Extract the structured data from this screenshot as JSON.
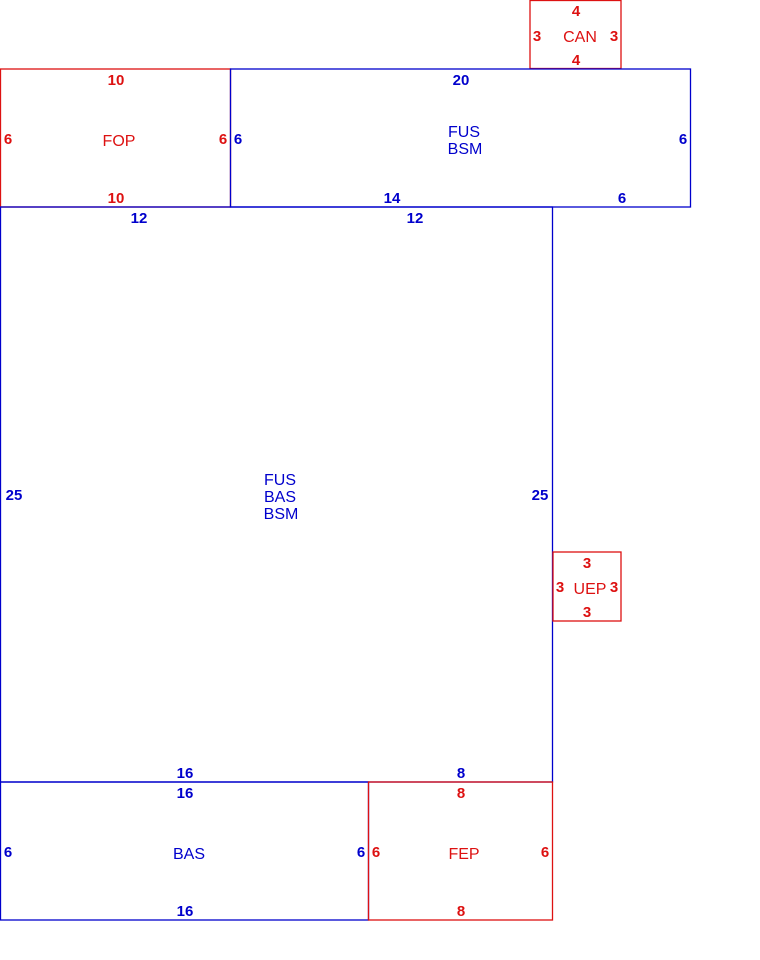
{
  "colors": {
    "blue": "#0000cc",
    "red": "#dd1111"
  },
  "rooms": [
    {
      "id": "can",
      "color": "red",
      "name_lines": [
        "CAN"
      ],
      "dims": {
        "top": "4",
        "bottom": "4",
        "left": "3",
        "right": "3"
      }
    },
    {
      "id": "fop",
      "color": "red",
      "name_lines": [
        "FOP"
      ],
      "dims": {
        "top": "10",
        "bottom": "10",
        "left": "6",
        "right": "6"
      }
    },
    {
      "id": "fus-bsm",
      "color": "blue",
      "name_lines": [
        "FUS",
        "BSM"
      ],
      "dims": {
        "top": "20",
        "bottom_left": "14",
        "bottom_right": "6",
        "left": "6",
        "right": "6"
      }
    },
    {
      "id": "fus-bas-bsm",
      "color": "blue",
      "name_lines": [
        "FUS",
        "BAS",
        "BSM"
      ],
      "dims": {
        "top_left": "12",
        "top_right": "12",
        "left": "25",
        "right": "25",
        "bottom_left": "16",
        "bottom_right": "8"
      }
    },
    {
      "id": "uep",
      "color": "red",
      "name_lines": [
        "UEP"
      ],
      "dims": {
        "top": "3",
        "bottom": "3",
        "left": "3",
        "right": "3"
      }
    },
    {
      "id": "bas",
      "color": "blue",
      "name_lines": [
        "BAS"
      ],
      "dims": {
        "top": "16",
        "bottom": "16",
        "left": "6",
        "right": "6"
      }
    },
    {
      "id": "fep",
      "color": "red",
      "name_lines": [
        "FEP"
      ],
      "dims": {
        "top": "8",
        "bottom": "8",
        "left": "6",
        "right": "6"
      }
    }
  ]
}
